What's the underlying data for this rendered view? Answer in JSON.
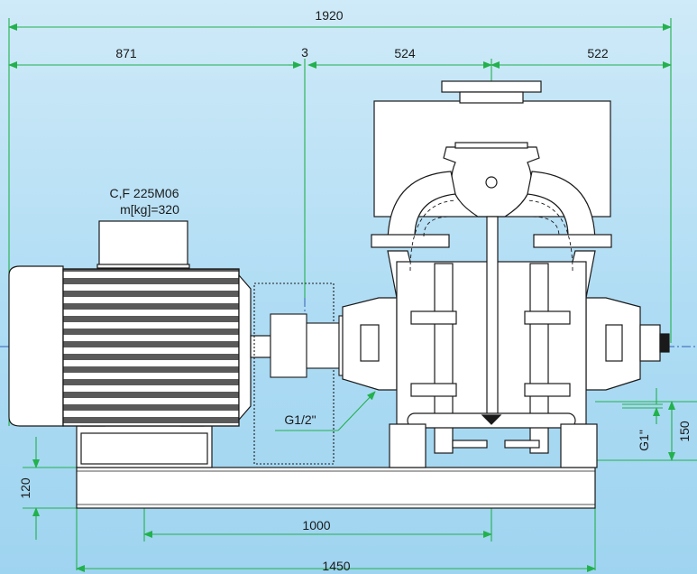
{
  "dimensions": {
    "overall_length": "1920",
    "motor_section": "871",
    "coupling_gap": "3",
    "pump_left_half": "524",
    "pump_right_half": "522",
    "base_rail_spacing": "1000",
    "base_length": "1450",
    "base_height": "120",
    "outlet_height": "150"
  },
  "labels": {
    "motor_model": "C,F 225M06",
    "motor_mass": "m[kg]=320",
    "drain_port": "G1/2\"",
    "side_port": "G1\""
  },
  "colors": {
    "background": "#aedcf4",
    "dimension_line": "#22b14c",
    "outline": "#1a1a1a",
    "centerline": "#2f5fb3"
  }
}
